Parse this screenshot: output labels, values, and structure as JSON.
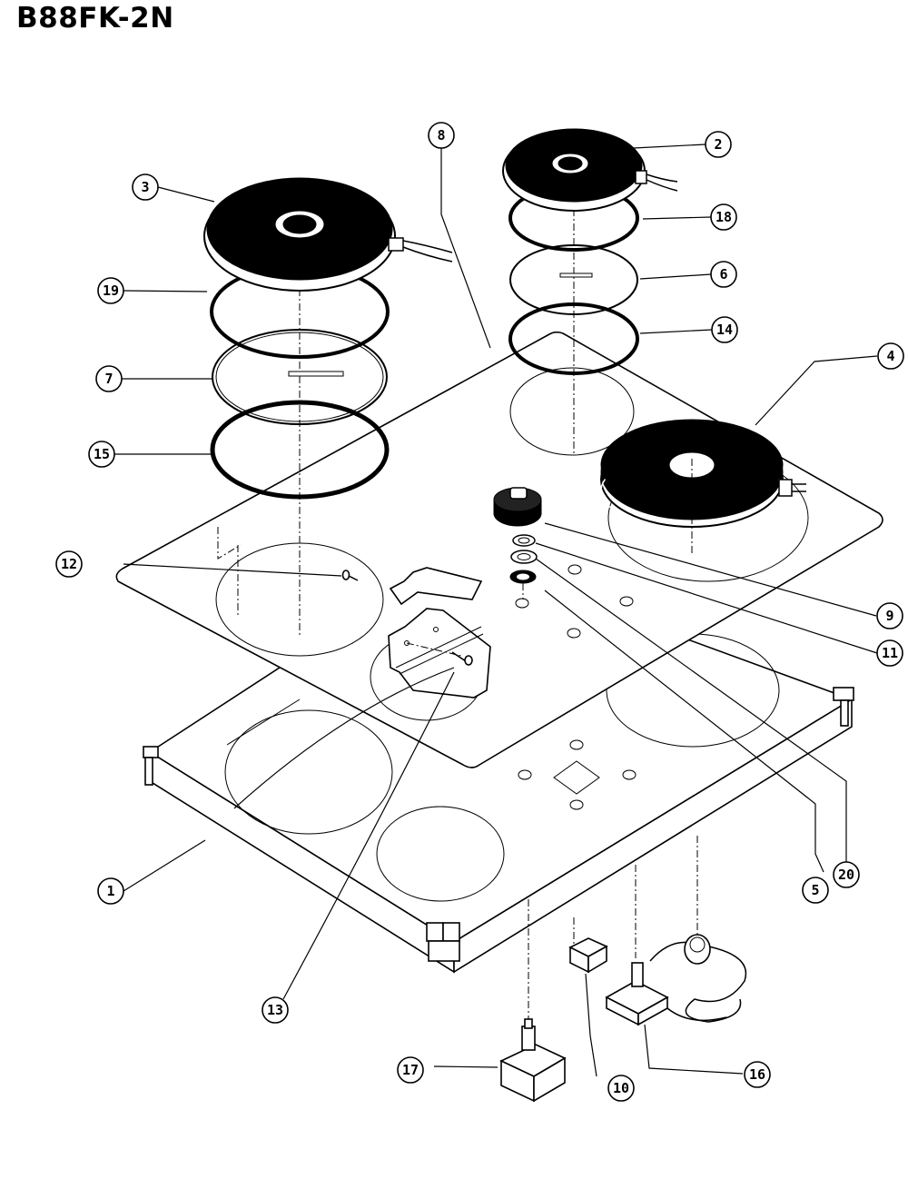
{
  "header": {
    "model_number": "B88FK-2N"
  },
  "diagram": {
    "type": "exploded-parts-diagram",
    "subject": "cooktop surface element assembly",
    "callouts": [
      {
        "id": "1",
        "label": "1",
        "part": "cooktop base frame"
      },
      {
        "id": "2",
        "label": "2",
        "part": "surface element (small, rear)"
      },
      {
        "id": "3",
        "label": "3",
        "part": "surface element (large, left)"
      },
      {
        "id": "4",
        "label": "4",
        "part": "surface element (large, right)"
      },
      {
        "id": "5",
        "label": "5",
        "part": "bezel / grommet"
      },
      {
        "id": "6",
        "label": "6",
        "part": "mounting ring (small)"
      },
      {
        "id": "7",
        "label": "7",
        "part": "mounting ring (large)"
      },
      {
        "id": "8",
        "label": "8",
        "part": "cooktop glass top"
      },
      {
        "id": "9",
        "label": "9",
        "part": "control knob"
      },
      {
        "id": "10",
        "label": "10",
        "part": "switch"
      },
      {
        "id": "11",
        "label": "11",
        "part": "nut"
      },
      {
        "id": "12",
        "label": "12",
        "part": "screw"
      },
      {
        "id": "13",
        "label": "13",
        "part": "bracket with screw"
      },
      {
        "id": "14",
        "label": "14",
        "part": "trim ring (small)"
      },
      {
        "id": "15",
        "label": "15",
        "part": "trim ring (large)"
      },
      {
        "id": "16",
        "label": "16",
        "part": "thermostat with capillary"
      },
      {
        "id": "17",
        "label": "17",
        "part": "infinite switch"
      },
      {
        "id": "18",
        "label": "18",
        "part": "gasket (small)"
      },
      {
        "id": "19",
        "label": "19",
        "part": "gasket (large)"
      },
      {
        "id": "20",
        "label": "20",
        "part": "washer"
      }
    ]
  }
}
